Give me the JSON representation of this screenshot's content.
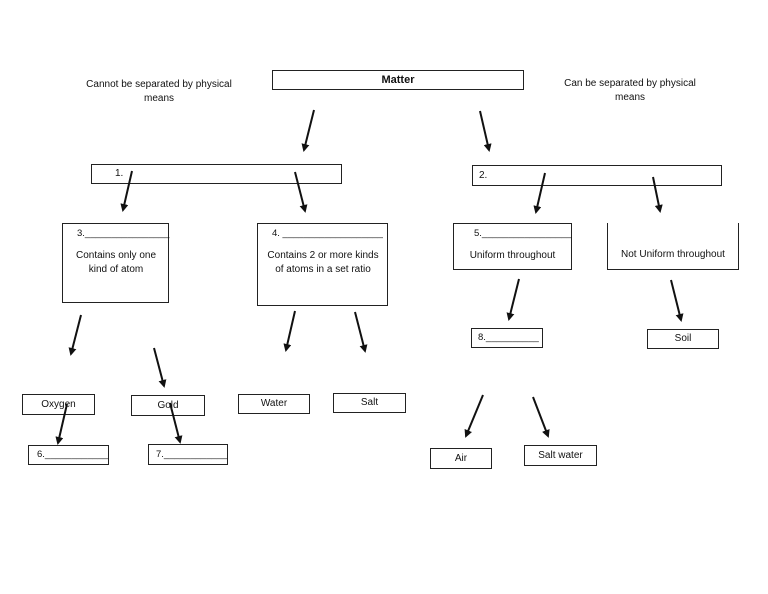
{
  "root": {
    "title": "Matter"
  },
  "side_notes": {
    "left": "Cannot be separated by physical means",
    "right": "Can be separated by physical means"
  },
  "branch_boxes": {
    "b1": "1.",
    "b2": "2."
  },
  "nodes": {
    "n3_label": "3.________________",
    "n3_desc": "Contains only one kind of atom",
    "n4_label": "4. ___________________",
    "n4_desc": "Contains 2 or more kinds of atoms in a set ratio",
    "n5_label": "5._________________",
    "n5_desc": "Uniform throughout",
    "not_uniform": "Not Uniform throughout"
  },
  "leaves": {
    "oxygen": "Oxygen",
    "gold": "Gold",
    "water": "Water",
    "salt": "Salt",
    "n8": "8.__________",
    "soil": "Soil",
    "n6": "6.____________",
    "n7": "7.____________",
    "air": "Air",
    "salt_water": "Salt water"
  }
}
